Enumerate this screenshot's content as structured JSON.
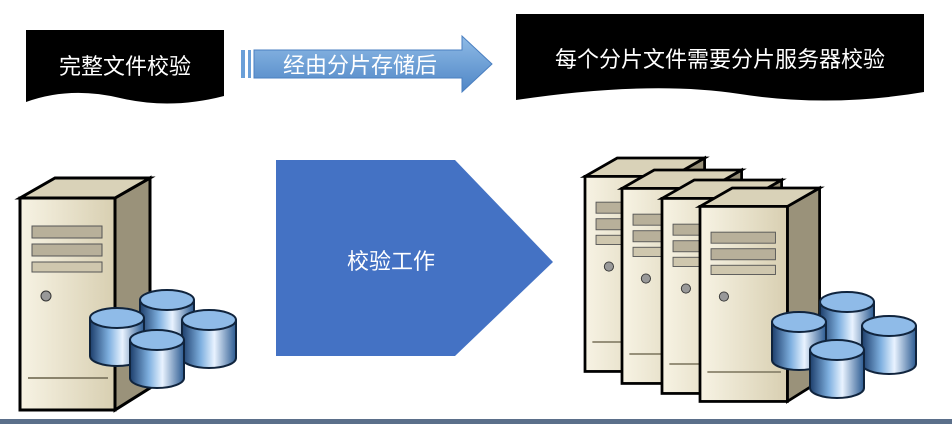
{
  "top": {
    "source_label": "完整文件校验",
    "arrow_label": "经由分片存储后",
    "target_label": "每个分片文件需要分片服务器校验"
  },
  "middle": {
    "work_label": "校验工作"
  },
  "colors": {
    "label_bg": "#000000",
    "arrow_fill": "#6a9fd8",
    "work_arrow": "#4472c4",
    "server_body": "#efe9d4",
    "db_blue": "#3a6fa8"
  }
}
